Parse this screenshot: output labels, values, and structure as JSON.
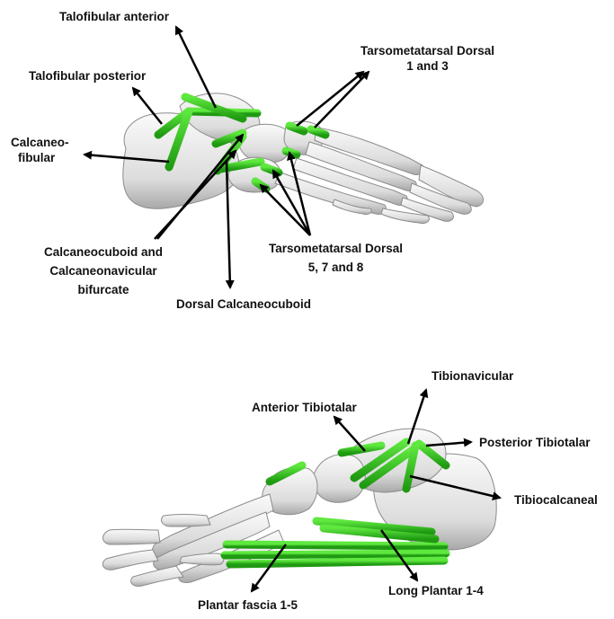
{
  "top_panel": {
    "labels": {
      "talofibular_anterior": "Talofibular anterior",
      "talofibular_posterior": "Talofibular posterior",
      "calcaneofibular_line1": "Calcaneo-",
      "calcaneofibular_line2": "fibular",
      "tmt_dorsal_1_3_line1": "Tarsometatarsal Dorsal",
      "tmt_dorsal_1_3_line2": "1 and 3",
      "calcaneocuboid_bif_line1": "Calcaneocuboid and",
      "calcaneocuboid_bif_line2": "Calcaneonavicular",
      "calcaneocuboid_bif_line3": "bifurcate",
      "tmt_dorsal_5_7_8_line1": "Tarsometatarsal Dorsal",
      "tmt_dorsal_5_7_8_line2": "5, 7 and 8",
      "dorsal_calcaneocuboid": "Dorsal Calcaneocuboid"
    }
  },
  "bottom_panel": {
    "labels": {
      "tibionavicular": "Tibionavicular",
      "anterior_tibiotalar": "Anterior Tibiotalar",
      "posterior_tibiotalar": "Posterior Tibiotalar",
      "tibiocalcaneal": "Tibiocalcaneal",
      "plantar_fascia": "Plantar fascia 1-5",
      "long_plantar": "Long Plantar 1-4"
    }
  },
  "colors": {
    "ligament": "#33cc1a",
    "ligament_dark": "#1f8f10",
    "bone": "#eeeeee",
    "bone_shadow": "#9a9a9a",
    "arrow": "#000000",
    "text": "#111111"
  }
}
